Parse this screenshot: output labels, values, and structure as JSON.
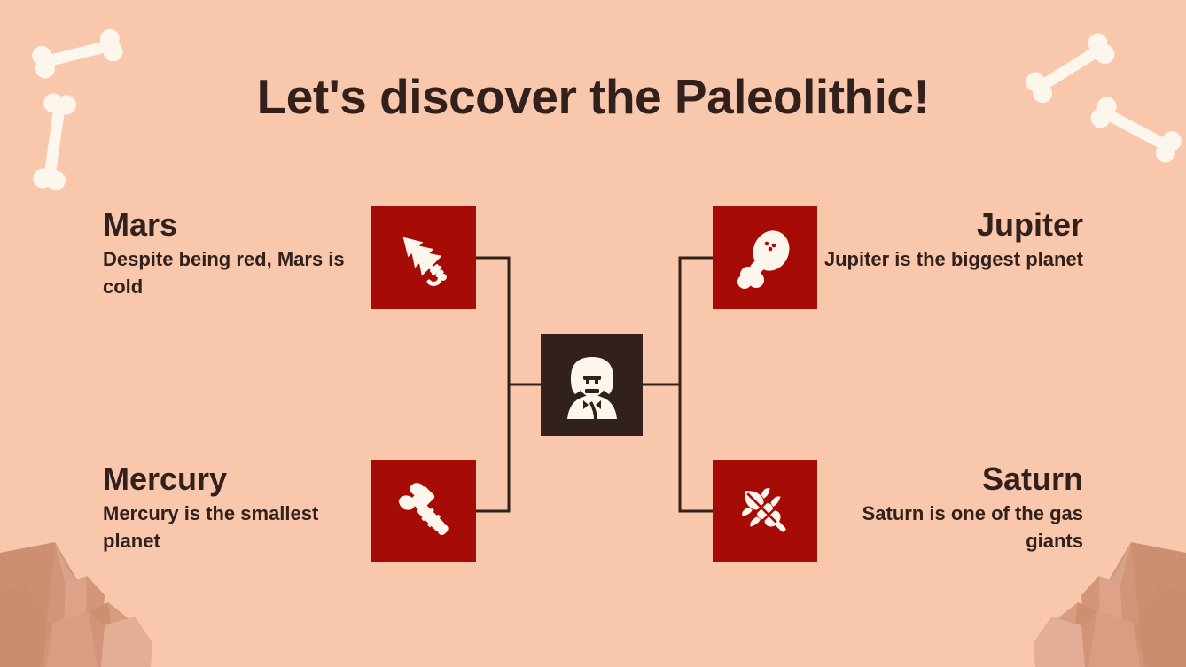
{
  "slide": {
    "title": "Let's discover the Paleolithic!",
    "background_color": "#f8c7ac",
    "accent_color": "#a60b06",
    "dark_color": "#32201c",
    "bone_color": "#fdf6ec"
  },
  "center": {
    "icon": "caveman-icon",
    "tile_color": "#32201c"
  },
  "nodes": [
    {
      "id": "mars",
      "heading": "Mars",
      "description": "Despite being red, Mars is cold",
      "icon": "spear-arrowhead-icon",
      "tile_color": "#a60b06",
      "position": "top-left"
    },
    {
      "id": "jupiter",
      "heading": "Jupiter",
      "description": "Jupiter is the biggest planet",
      "icon": "drumstick-icon",
      "tile_color": "#a60b06",
      "position": "top-right"
    },
    {
      "id": "mercury",
      "heading": "Mercury",
      "description": "Mercury is the smallest planet",
      "icon": "stone-axe-icon",
      "tile_color": "#a60b06",
      "position": "bottom-left"
    },
    {
      "id": "saturn",
      "heading": "Saturn",
      "description": "Saturn is one of the gas giants",
      "icon": "wheat-stalk-icon",
      "tile_color": "#a60b06",
      "position": "bottom-right"
    }
  ],
  "decorations": {
    "bones": [
      {
        "name": "bone-top-left-horizontal"
      },
      {
        "name": "bone-top-left-vertical"
      },
      {
        "name": "bone-top-right-upper"
      },
      {
        "name": "bone-top-right-lower"
      }
    ],
    "rocks": [
      {
        "name": "rocks-bottom-left"
      },
      {
        "name": "rocks-bottom-right"
      }
    ]
  }
}
